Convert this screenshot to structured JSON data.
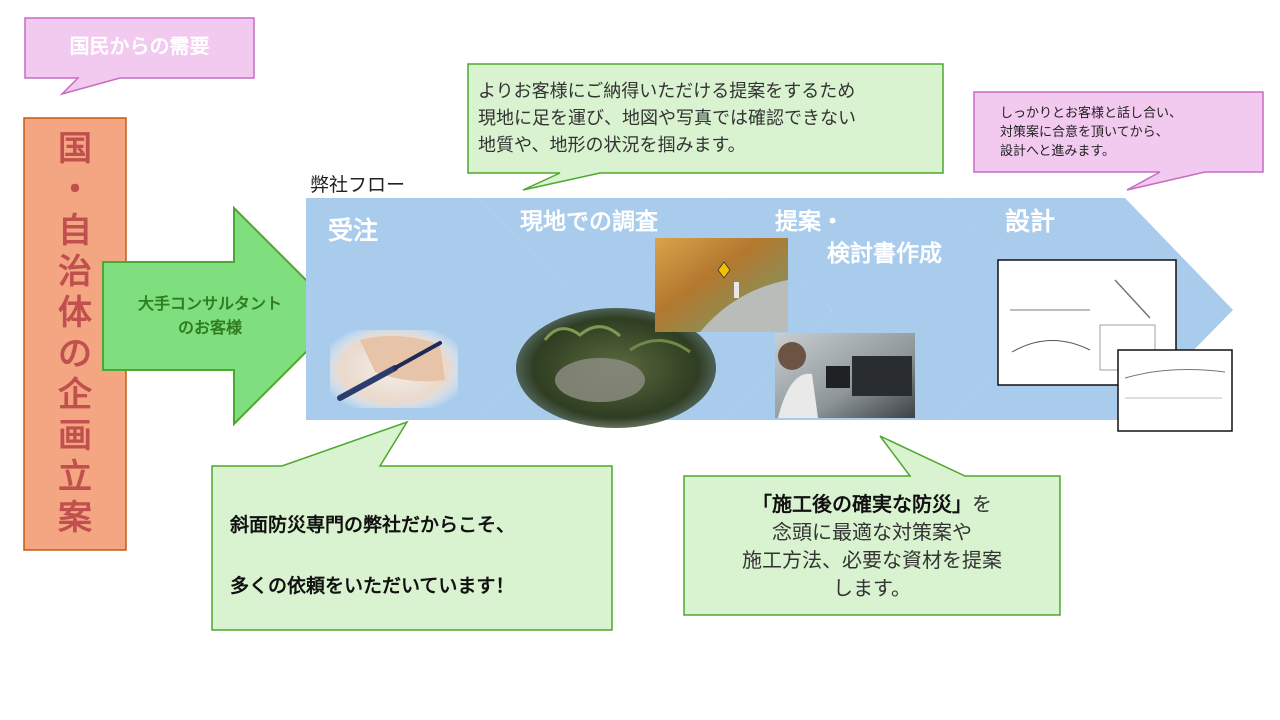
{
  "demand_label": "国民からの需要",
  "client_vertical": "国・自治体の企画立案",
  "client_arrow": [
    "大手コンサルタント",
    "のお客様"
  ],
  "flow_title": "弊社フロー",
  "steps": [
    {
      "label": "受注"
    },
    {
      "label": "現地での調査"
    },
    {
      "label": [
        "提案・",
        "検討書作成"
      ]
    },
    {
      "label": "設計"
    }
  ],
  "callout_survey": [
    "よりお客様にご納得いただける提案をするため",
    "現地に足を運び、地図や写真では確認できない",
    "地質や、地形の状況を掴みます。"
  ],
  "callout_design": [
    "しっかりとお客様と話し合い、",
    "対策案に合意を頂いてから、",
    "設計へと進みます。"
  ],
  "callout_order": [
    "斜面防災専門の弊社だからこそ、",
    "多くの依頼をいただいています！"
  ],
  "callout_proposal": {
    "emphasis": "「施工後の確実な防災」",
    "suffix": "を",
    "lines": [
      "念頭に最適な対策案や",
      "施工方法、必要な資材を提案",
      "します。"
    ]
  },
  "colors": {
    "pink_fill": "#f2c9ef",
    "pink_border": "#c96bc3",
    "salmon_fill": "#f4a582",
    "salmon_border": "#c55a11",
    "green_fill": "#7fdf7f",
    "green_border": "#4ea72e",
    "light_green": "#d9f2d0",
    "chevron_blue": "#a9cbec",
    "red_text": "#c0504d"
  }
}
